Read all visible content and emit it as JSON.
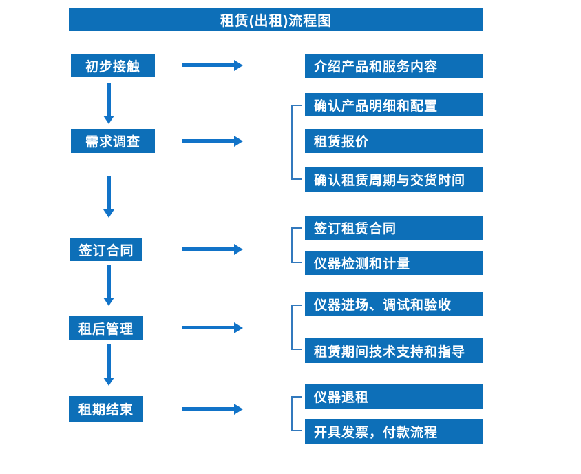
{
  "title": "租赁(出租)流程图",
  "colors": {
    "box_blue": "#0d6fb8",
    "arrow_blue": "#1173c8",
    "bracket_blue": "#3279bd",
    "text_white": "#ffffff"
  },
  "stages": [
    {
      "label": "初步接触",
      "details": [
        "介绍产品和服务内容"
      ]
    },
    {
      "label": "需求调查",
      "details": [
        "确认产品明细和配置",
        "租赁报价",
        "确认租赁周期与交货时间"
      ]
    },
    {
      "label": "签订合同",
      "details": [
        "签订租赁合同",
        "仪器检测和计量"
      ]
    },
    {
      "label": "租后管理",
      "details": [
        "仪器进场、调试和验收",
        "租赁期间技术支持和指导"
      ]
    },
    {
      "label": "租期结束",
      "details": [
        "仪器退租",
        "开具发票，付款流程"
      ]
    }
  ]
}
